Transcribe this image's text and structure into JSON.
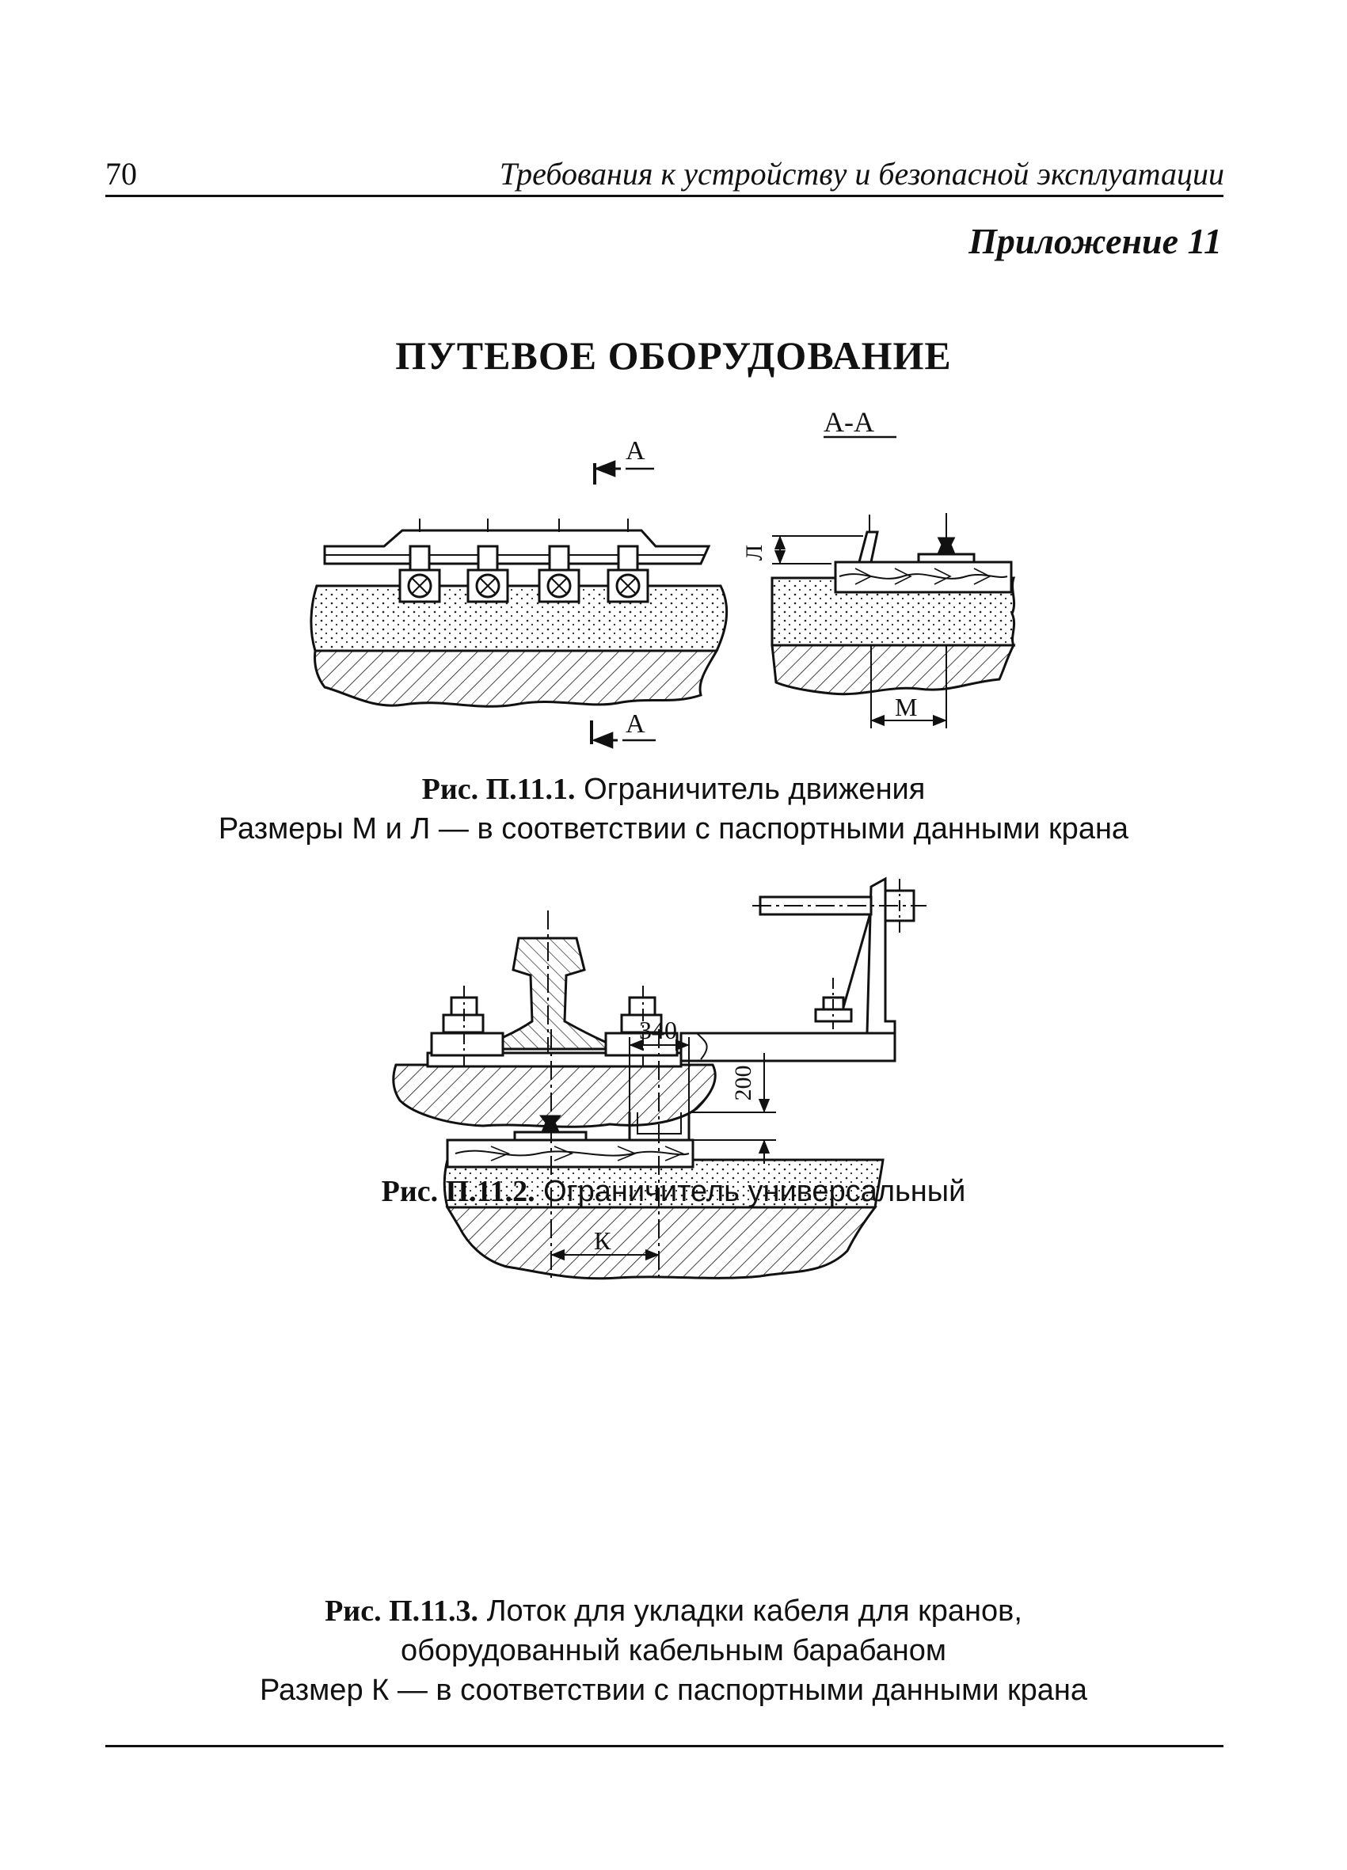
{
  "header": {
    "page_number": "70",
    "running_title": "Требования к устройству и безопасной эксплуатации"
  },
  "appendix_label": "Приложение 11",
  "section_title": "ПУТЕВОЕ ОБОРУДОВАНИЕ",
  "figure1": {
    "section_label": "А-А",
    "cut_label_top": "А",
    "cut_label_bottom": "А",
    "dim_l": "Л",
    "dim_m": "М",
    "caption_number": "Рис. П.11.1.",
    "caption_title": "Ограничитель движения",
    "caption_note": "Размеры М и Л — в соответствии с паспортными данными крана"
  },
  "figure2": {
    "caption_number": "Рис. П.11.2.",
    "caption_title": "Ограничитель универсальный"
  },
  "figure3": {
    "dim_width": "340",
    "dim_height": "200",
    "dim_k": "К",
    "caption_number": "Рис. П.11.3.",
    "caption_line1": "Лоток для укладки кабеля для кранов,",
    "caption_line2": "оборудованный кабельным барабаном",
    "caption_note": "Размер К — в соответствии с паспортными данными крана"
  }
}
